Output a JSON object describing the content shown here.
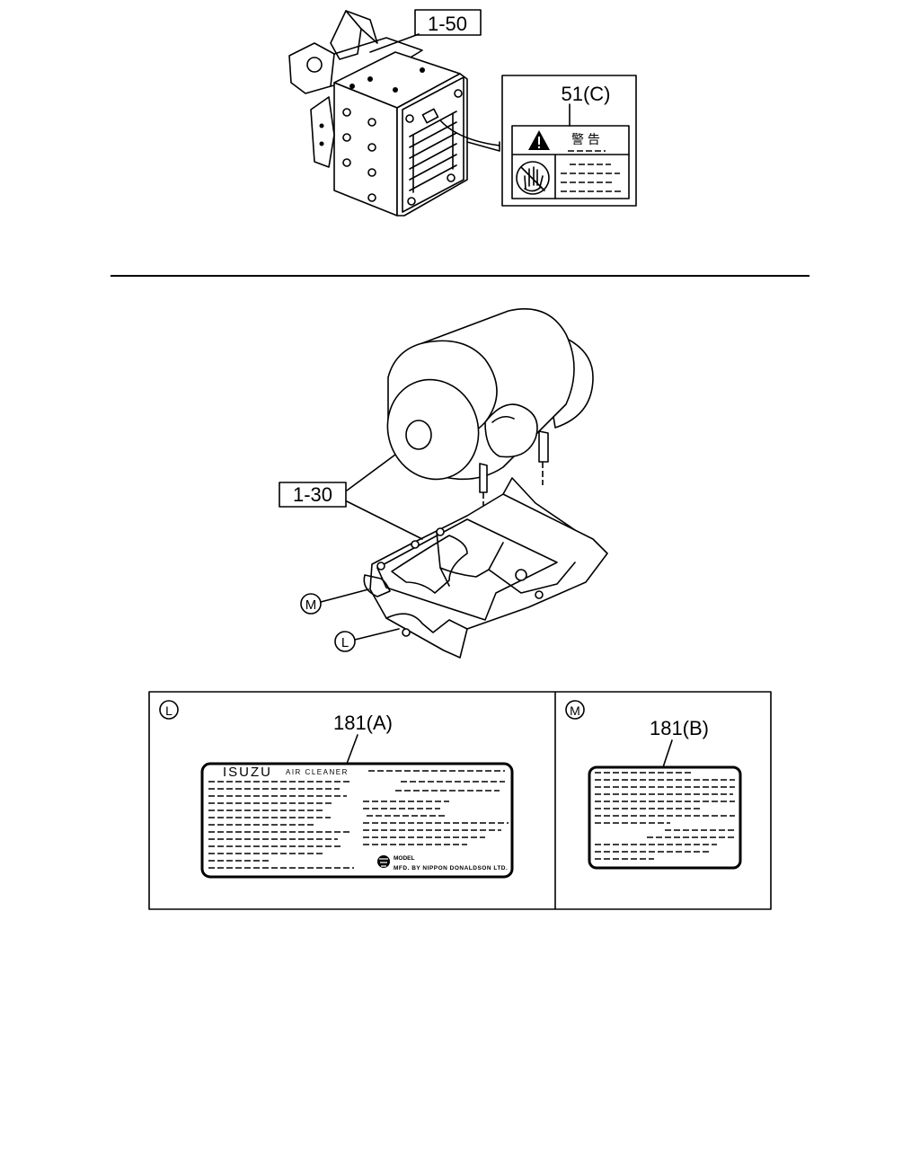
{
  "callouts": {
    "top_assembly": "1-50",
    "top_label": "51(C)",
    "warning_word": "警 告",
    "bottom_assembly": "1-30",
    "mark_m": "M",
    "mark_l": "L"
  },
  "panel_l": {
    "mark": "L",
    "part_no": "181(A)",
    "brand": "ISUZU",
    "product": "AIR CLEANER",
    "model_text": "MODEL",
    "maker_text": "MFD. BY NIPPON DONALDSON LTD."
  },
  "panel_m": {
    "mark": "M",
    "part_no": "181(B)"
  },
  "icons": [
    "warning-triangle-icon",
    "hand-caution-icon",
    "nippon-donaldson-logo-icon"
  ]
}
